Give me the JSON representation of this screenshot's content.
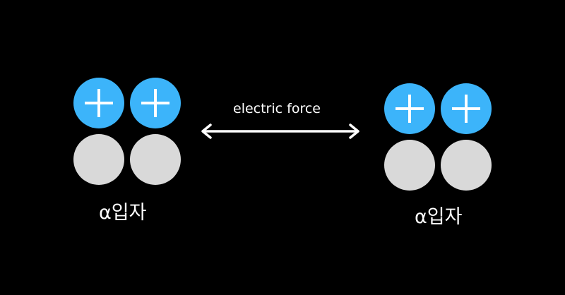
{
  "colors": {
    "background": "#000000",
    "proton": "#3cb4fa",
    "neutron": "#d9d9d9",
    "text": "#ffffff",
    "plus_sign": "#ffffff"
  },
  "force": {
    "label": "electric force",
    "arrow": "double-headed-arrow"
  },
  "particles": [
    {
      "label": "α입자",
      "nucleons": [
        "proton",
        "proton",
        "neutron",
        "neutron"
      ]
    },
    {
      "label": "α입자",
      "nucleons": [
        "proton",
        "proton",
        "neutron",
        "neutron"
      ]
    }
  ],
  "icons": {
    "proton": "plus-icon"
  }
}
